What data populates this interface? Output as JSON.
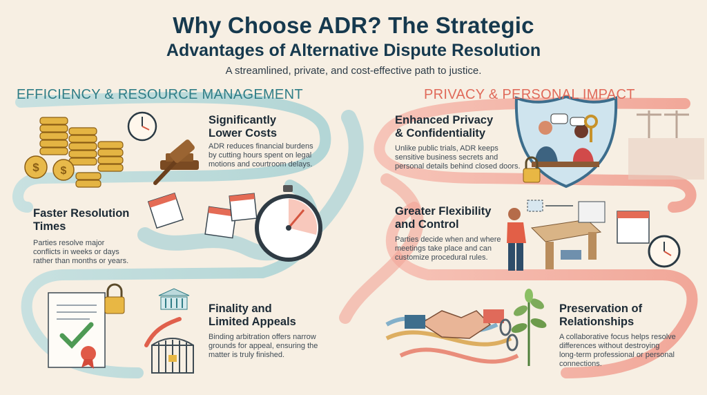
{
  "header": {
    "title_line1": "Why Choose ADR? The Strategic",
    "title_line2": "Advantages of Alternative Dispute Resolution",
    "subtitle": "A streamlined, private, and cost-effective path to justice."
  },
  "sections": {
    "left_heading": "EFFICIENCY & RESOURCE MANAGEMENT",
    "right_heading": "PRIVACY & PERSONAL IMPACT"
  },
  "items": {
    "costs": {
      "title1": "Significantly",
      "title2": "Lower Costs",
      "body1": "ADR reduces financial burdens",
      "body2": "by cutting hours spent on legal",
      "body3": "motions and courtroom delays."
    },
    "faster": {
      "title1": "Faster Resolution",
      "title2": "Times",
      "body1": "Parties resolve major",
      "body2": "conflicts in weeks or days",
      "body3": "rather than months or years."
    },
    "finality": {
      "title1": "Finality and",
      "title2": "Limited Appeals",
      "body1": "Binding arbitration offers narrow",
      "body2": "grounds for appeal, ensuring the",
      "body3": "matter is truly finished."
    },
    "privacy": {
      "title1": "Enhanced Privacy",
      "title2": "& Confidentiality",
      "body1": "Unlike public trials, ADR keeps",
      "body2": "sensitive business secrets and",
      "body3": "personal details behind closed doors."
    },
    "flexibility": {
      "title1": "Greater Flexibility",
      "title2": "and Control",
      "body1": "Parties decide when and where",
      "body2": "meetings take place and can",
      "body3": "customize procedural rules."
    },
    "relationships": {
      "title1": "Preservation of",
      "title2": "Relationships",
      "body1": "A collaborative focus helps resolve",
      "body2": "differences without destroying",
      "body3": "long-term professional or personal",
      "body4": "connections."
    }
  },
  "icons": {
    "costs": [
      "coin-stack-icon",
      "clock-icon",
      "gavel-icon"
    ],
    "faster": [
      "calendar-icon",
      "stopwatch-icon"
    ],
    "finality": [
      "document-check-icon",
      "padlock-icon",
      "courthouse-icon",
      "gate-icon"
    ],
    "privacy": [
      "shield-icon",
      "people-talking-icon",
      "key-icon",
      "scales-icon"
    ],
    "flexibility": [
      "person-icon",
      "desk-icon",
      "flowchart-icon",
      "calendar-icon",
      "clock-icon"
    ],
    "relationships": [
      "handshake-icon",
      "broken-chain-icon",
      "sapling-icon"
    ]
  },
  "colors": {
    "teal_path": "#a9d3d6",
    "coral_path": "#f2a295",
    "title": "#16394e",
    "left_heading": "#2f7d86",
    "right_heading": "#e06a5a"
  }
}
